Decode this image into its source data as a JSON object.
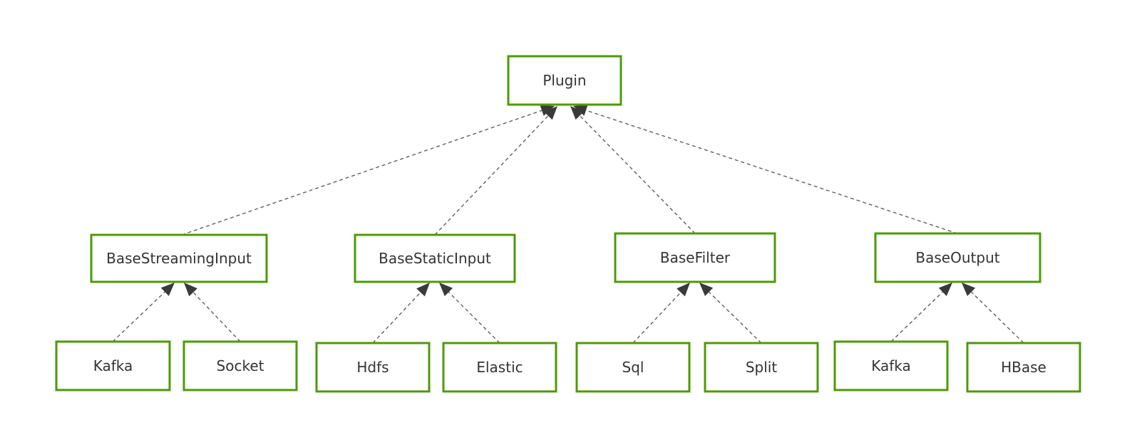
{
  "diagram": {
    "type": "class-hierarchy",
    "nodes": [
      {
        "id": "plugin",
        "label": "Plugin"
      },
      {
        "id": "base_streaming_input",
        "label": "BaseStreamingInput"
      },
      {
        "id": "base_static_input",
        "label": "BaseStaticInput"
      },
      {
        "id": "base_filter",
        "label": "BaseFilter"
      },
      {
        "id": "base_output",
        "label": "BaseOutput"
      },
      {
        "id": "kafka_input",
        "label": "Kafka"
      },
      {
        "id": "socket",
        "label": "Socket"
      },
      {
        "id": "hdfs",
        "label": "Hdfs"
      },
      {
        "id": "elastic",
        "label": "Elastic"
      },
      {
        "id": "sql",
        "label": "Sql"
      },
      {
        "id": "split",
        "label": "Split"
      },
      {
        "id": "kafka_output",
        "label": "Kafka"
      },
      {
        "id": "hbase",
        "label": "HBase"
      }
    ],
    "edges": [
      {
        "from": "base_streaming_input",
        "to": "plugin",
        "style": "dashed",
        "arrow": "filled-triangle"
      },
      {
        "from": "base_static_input",
        "to": "plugin",
        "style": "dashed",
        "arrow": "filled-triangle"
      },
      {
        "from": "base_filter",
        "to": "plugin",
        "style": "dashed",
        "arrow": "filled-triangle"
      },
      {
        "from": "base_output",
        "to": "plugin",
        "style": "dashed",
        "arrow": "filled-triangle"
      },
      {
        "from": "kafka_input",
        "to": "base_streaming_input",
        "style": "dashed",
        "arrow": "filled-triangle"
      },
      {
        "from": "socket",
        "to": "base_streaming_input",
        "style": "dashed",
        "arrow": "filled-triangle"
      },
      {
        "from": "hdfs",
        "to": "base_static_input",
        "style": "dashed",
        "arrow": "filled-triangle"
      },
      {
        "from": "elastic",
        "to": "base_static_input",
        "style": "dashed",
        "arrow": "filled-triangle"
      },
      {
        "from": "sql",
        "to": "base_filter",
        "style": "dashed",
        "arrow": "filled-triangle"
      },
      {
        "from": "split",
        "to": "base_filter",
        "style": "dashed",
        "arrow": "filled-triangle"
      },
      {
        "from": "kafka_output",
        "to": "base_output",
        "style": "dashed",
        "arrow": "filled-triangle"
      },
      {
        "from": "hbase",
        "to": "base_output",
        "style": "dashed",
        "arrow": "filled-triangle"
      }
    ]
  },
  "colors": {
    "node_border": "#4e9a06",
    "edge": "#555555",
    "arrow": "#3a3a3a",
    "text": "#333333"
  }
}
